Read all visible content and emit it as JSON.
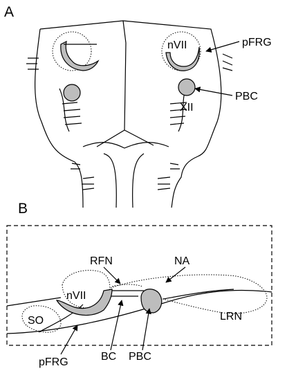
{
  "panel_a": {
    "letter": "A",
    "labels": {
      "nvii": "nVII",
      "pfrg": "pFRG",
      "xii": "XII",
      "pbc": "PBC"
    }
  },
  "panel_b": {
    "letter": "B",
    "labels": {
      "rfn": "RFN",
      "na": "NA",
      "nvii": "nVII",
      "so": "SO",
      "lrn": "LRN",
      "pfrg": "pFRG",
      "bc": "BC",
      "pbc": "PBC"
    }
  }
}
